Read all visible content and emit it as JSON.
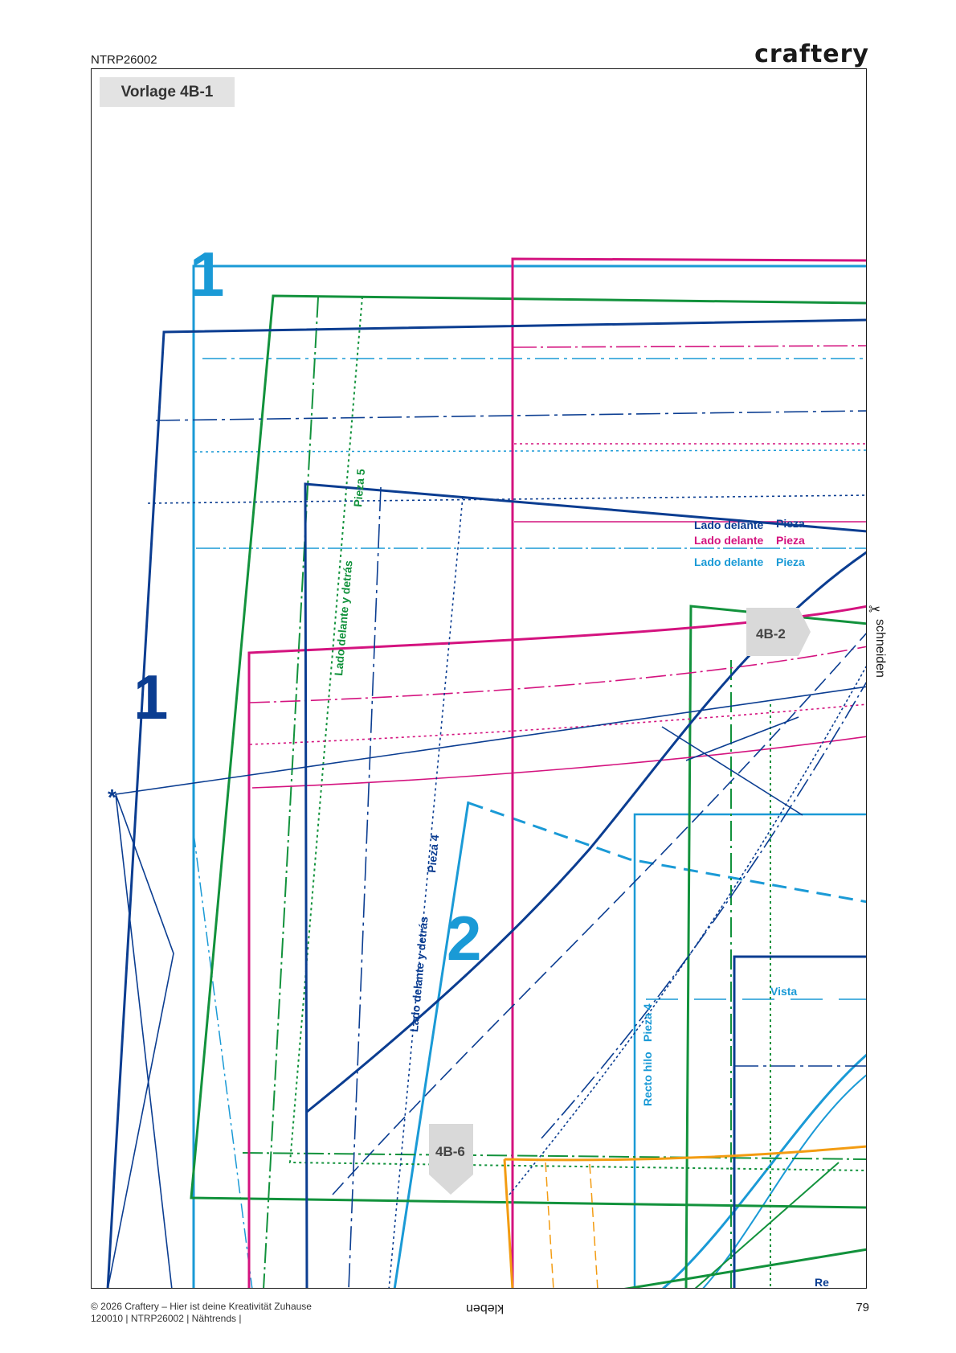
{
  "header": {
    "doc_code": "NTRP26002",
    "brand": "craftery"
  },
  "template_label": "Vorlage 4B-1",
  "side_text": "schneiden",
  "footer": {
    "copyright": "© 2026 Craftery – Hier ist deine Kreativität Zuhause",
    "ids": "120010 | NTRP26002 | Nähtrends |",
    "glue": "kleben",
    "page": "79"
  },
  "markers": {
    "right": "4B-2",
    "bottom": "4B-6"
  },
  "piece_numbers": {
    "n1": "1",
    "n2": "2"
  },
  "pattern_labels": {
    "lado_navy": "Lado delante",
    "pieza_navy": "Pieza",
    "lado_magenta": "Lado delante",
    "pieza_magenta": "Pieza",
    "lado_cyan": "Lado delante",
    "pieza_cyan": "Pieza",
    "pieza5": "Pieza 5",
    "lado_green": "Lado delante y detrás",
    "pieza4": "Pieza 4",
    "lado_navy_vert": "Lado delante y detrás",
    "recto_hilo": "Recto hilo",
    "pieza4_cyan": "Pieza 4",
    "vista": "Vista",
    "re": "Re"
  },
  "colors": {
    "navy": "#0b3d91",
    "cyan": "#1a9ad6",
    "green": "#12923c",
    "magenta": "#d4137f",
    "orange": "#f39c12"
  }
}
